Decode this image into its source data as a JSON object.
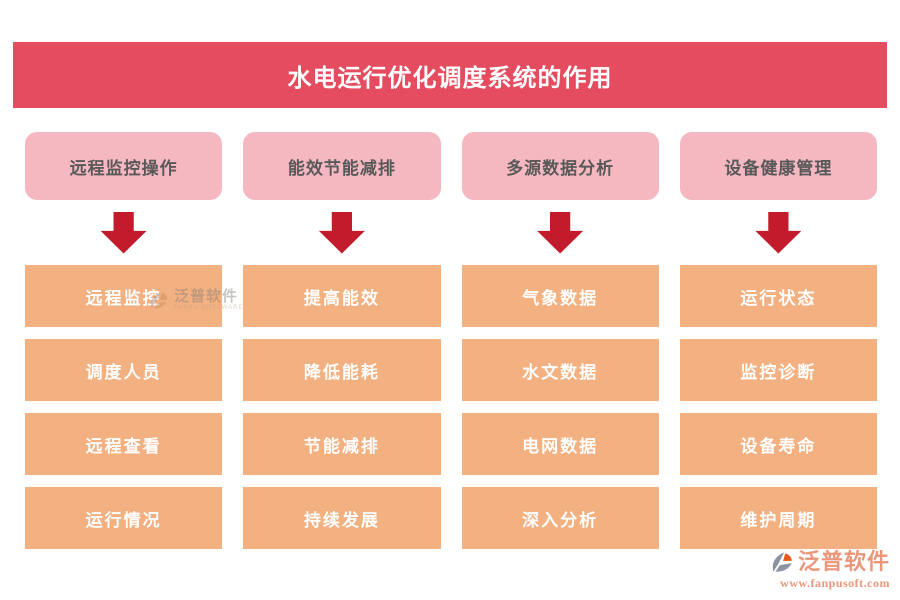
{
  "title": "水电运行优化调度系统的作用",
  "columns": [
    {
      "header": "远程监控操作",
      "items": [
        "远程监控",
        "调度人员",
        "远程查看",
        "运行情况"
      ]
    },
    {
      "header": "能效节能减排",
      "items": [
        "提高能效",
        "降低能耗",
        "节能减排",
        "持续发展"
      ]
    },
    {
      "header": "多源数据分析",
      "items": [
        "气象数据",
        "水文数据",
        "电网数据",
        "深入分析"
      ]
    },
    {
      "header": "设备健康管理",
      "items": [
        "运行状态",
        "监控诊断",
        "设备寿命",
        "维护周期"
      ]
    }
  ],
  "watermark_inline": {
    "brand": "泛普软件",
    "sub": "FANPU SOFTWARE"
  },
  "watermark_footer": {
    "brand": "泛普软件",
    "url": "www.fanpusoft.com"
  },
  "colors": {
    "banner": "#E64C5F",
    "header_box": "#F5B8C1",
    "item_box": "#F3B080",
    "arrow": "#C21B2C",
    "header_text": "#595959",
    "item_text": "#FFFFFF",
    "watermark": "#EB967A"
  }
}
